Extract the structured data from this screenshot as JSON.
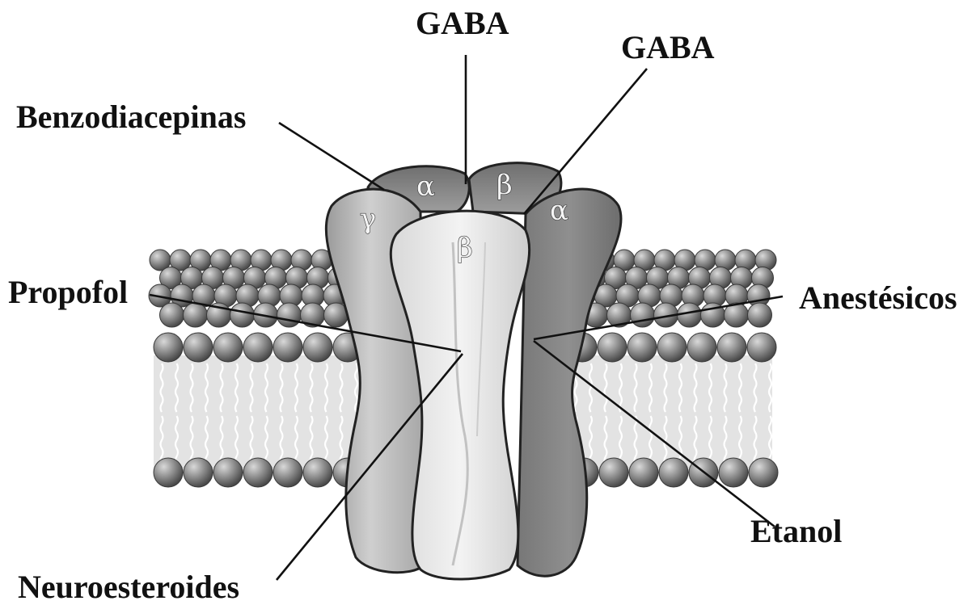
{
  "labels": {
    "gaba_top": "GABA",
    "gaba_right": "GABA",
    "benzodiacepinas": "Benzodiacepinas",
    "propofol": "Propofol",
    "anestesicos": "Anestésicos",
    "etanol": "Etanol",
    "neuroesteroides": "Neuroesteroides"
  },
  "subunits": {
    "gamma": "γ",
    "alpha_left": "α",
    "beta_back": "β",
    "alpha_right": "α",
    "beta_front": "β"
  },
  "colors": {
    "background": "#ffffff",
    "ink": "#111111",
    "lipid_head": "#7a7a7a",
    "lipid_tail": "#d6d6d6",
    "protein_dark": "#8e8e8e",
    "protein_mid": "#b3b3b3",
    "protein_light": "#e2e2e2"
  }
}
